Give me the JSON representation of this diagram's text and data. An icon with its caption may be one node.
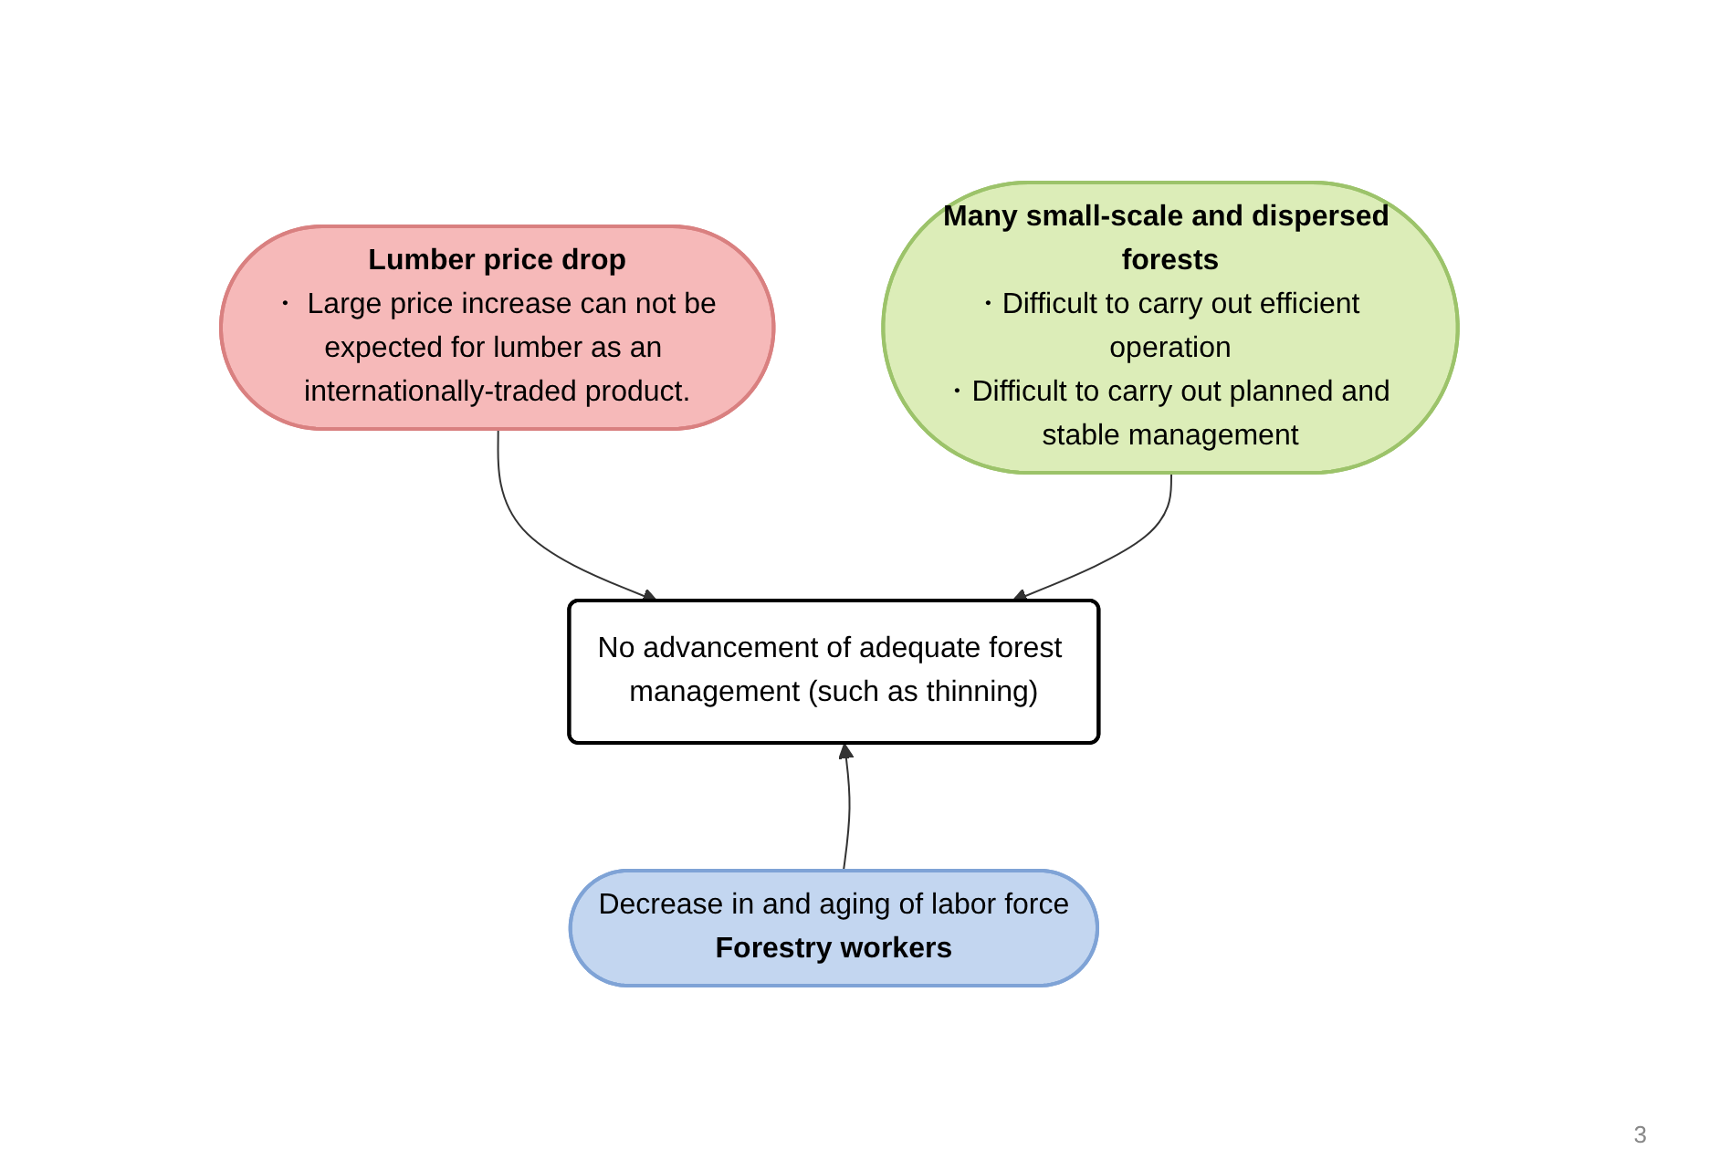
{
  "diagram": {
    "nodes": [
      {
        "text": [
          "Lumber price drop",
          "・ Large price increase can not be expected for lumber as an internationally-traded product."
        ]
      },
      {
        "text": [
          "Many small-scale and dispersed forests",
          "・Difficult to carry out efficient operation",
          "・Difficult to carry out planned and stable management"
        ]
      },
      {
        "text": [
          "No advancement of adequate forest management (such as thinning)"
        ]
      },
      {
        "text": [
          "Decrease in and aging of labor force",
          "Forestry workers"
        ]
      }
    ],
    "edges": [
      {
        "from": 0,
        "to": 2,
        "arrow": "to"
      },
      {
        "from": 1,
        "to": 2,
        "arrow": "to"
      },
      {
        "from": 3,
        "to": 2,
        "arrow": "to"
      }
    ],
    "labels": [
      "3"
    ]
  }
}
